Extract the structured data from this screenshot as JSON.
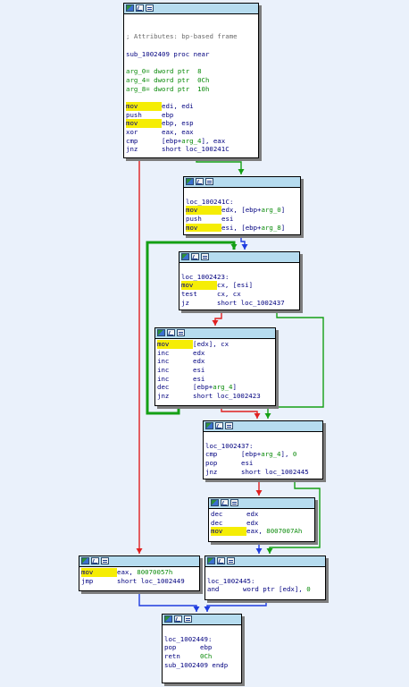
{
  "graph": {
    "edge_colors": {
      "true": "#14a014",
      "false": "#e02020",
      "jump": "#1e3ce0",
      "loop": "#14a014"
    },
    "nodes": [
      {
        "id": "sub_1002409",
        "lines": [
          {
            "t": "",
            "cls": "blank"
          },
          {
            "t": "",
            "cls": "blank"
          },
          {
            "t": "; Attributes: bp-based frame",
            "cls": "comment"
          },
          {
            "t": "",
            "cls": "blank"
          },
          {
            "t": "sub_1002409 proc near",
            "cls": "label"
          },
          {
            "t": "",
            "cls": "blank"
          },
          {
            "t": "arg_0= dword ptr  8",
            "cls": "arg"
          },
          {
            "t": "arg_4= dword ptr  0Ch",
            "cls": "arg"
          },
          {
            "t": "arg_8= dword ptr  10h",
            "cls": "arg"
          },
          {
            "t": "",
            "cls": "blank"
          },
          {
            "m": "mov",
            "hl": true,
            "o": "edi, edi"
          },
          {
            "m": "push",
            "o": "ebp"
          },
          {
            "m": "mov",
            "hl": true,
            "o": "ebp, esp"
          },
          {
            "m": "xor",
            "o": "eax, eax"
          },
          {
            "m": "cmp",
            "o": "[ebp+arg_4], eax"
          },
          {
            "m": "jnz",
            "o": "short loc_100241C"
          }
        ]
      },
      {
        "id": "loc_100241C",
        "lines": [
          {
            "t": "",
            "cls": "blank"
          },
          {
            "t": "loc_100241C:",
            "cls": "label"
          },
          {
            "m": "mov",
            "hl": true,
            "o": "edx, [ebp+arg_0]"
          },
          {
            "m": "push",
            "o": "esi"
          },
          {
            "m": "mov",
            "hl": true,
            "o": "esi, [ebp+arg_8]"
          }
        ]
      },
      {
        "id": "loc_1002423",
        "lines": [
          {
            "t": "",
            "cls": "blank"
          },
          {
            "t": "loc_1002423:",
            "cls": "label"
          },
          {
            "m": "mov",
            "hl": true,
            "o": "cx, [esi]"
          },
          {
            "m": "test",
            "o": "cx, cx"
          },
          {
            "m": "jz",
            "o": "short loc_1002437"
          }
        ]
      },
      {
        "id": "loop_body",
        "lines": [
          {
            "m": "mov",
            "hl": true,
            "o": "[edx], cx"
          },
          {
            "m": "inc",
            "o": "edx"
          },
          {
            "m": "inc",
            "o": "edx"
          },
          {
            "m": "inc",
            "o": "esi"
          },
          {
            "m": "inc",
            "o": "esi"
          },
          {
            "m": "dec",
            "o": "[ebp+arg_4]"
          },
          {
            "m": "jnz",
            "o": "short loc_1002423"
          }
        ]
      },
      {
        "id": "loc_1002437",
        "lines": [
          {
            "t": "",
            "cls": "blank"
          },
          {
            "t": "loc_1002437:",
            "cls": "label"
          },
          {
            "m": "cmp",
            "o": "[ebp+arg_4], 0"
          },
          {
            "m": "pop",
            "o": "esi"
          },
          {
            "m": "jnz",
            "o": "short loc_1002445"
          }
        ]
      },
      {
        "id": "dec_block",
        "lines": [
          {
            "m": "dec",
            "o": "edx"
          },
          {
            "m": "dec",
            "o": "edx"
          },
          {
            "m": "mov",
            "hl": true,
            "o": "eax, 8007007Ah"
          }
        ]
      },
      {
        "id": "err_block",
        "lines": [
          {
            "m": "mov",
            "hl": true,
            "o": "eax, 80070057h"
          },
          {
            "m": "jmp",
            "o": "short loc_1002449"
          }
        ]
      },
      {
        "id": "loc_1002445",
        "lines": [
          {
            "t": "",
            "cls": "blank"
          },
          {
            "t": "loc_1002445:",
            "cls": "label"
          },
          {
            "m": "and",
            "o": "word ptr [edx], 0"
          }
        ]
      },
      {
        "id": "loc_1002449",
        "lines": [
          {
            "t": "",
            "cls": "blank"
          },
          {
            "t": "loc_1002449:",
            "cls": "label"
          },
          {
            "m": "pop",
            "o": "ebp"
          },
          {
            "m": "retn",
            "o": "0Ch"
          },
          {
            "t": "sub_1002409 endp",
            "cls": "label"
          }
        ]
      }
    ],
    "edges": [
      {
        "from": "sub_1002409",
        "to": "loc_100241C",
        "type": "true"
      },
      {
        "from": "sub_1002409",
        "to": "err_block",
        "type": "false"
      },
      {
        "from": "loc_100241C",
        "to": "loc_1002423",
        "type": "jump"
      },
      {
        "from": "loc_1002423",
        "to": "loop_body",
        "type": "false"
      },
      {
        "from": "loc_1002423",
        "to": "loc_1002437",
        "type": "true"
      },
      {
        "from": "loop_body",
        "to": "loc_1002423",
        "type": "loop"
      },
      {
        "from": "loop_body",
        "to": "loc_1002437",
        "type": "false"
      },
      {
        "from": "loc_1002437",
        "to": "dec_block",
        "type": "false"
      },
      {
        "from": "loc_1002437",
        "to": "loc_1002445",
        "type": "true"
      },
      {
        "from": "dec_block",
        "to": "loc_1002445",
        "type": "jump"
      },
      {
        "from": "err_block",
        "to": "loc_1002449",
        "type": "jump"
      },
      {
        "from": "loc_1002445",
        "to": "loc_1002449",
        "type": "jump"
      }
    ]
  }
}
